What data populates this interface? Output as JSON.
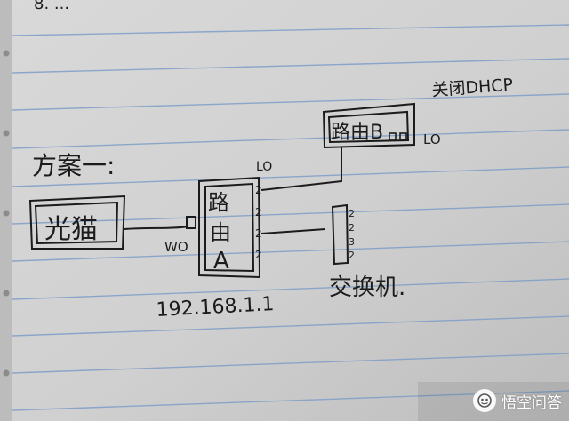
{
  "notebook": {
    "plan_label": "方案一:",
    "modem_label": "光猫",
    "router_a_label_top": "路",
    "router_a_label_mid": "由",
    "router_a_label_bottom": "A",
    "router_a_ip": "192.168.1.1",
    "router_b_label": "路由B",
    "switch_label": "交换机.",
    "dhcp_note": "关闭DHCP",
    "wan_label": "WO",
    "lan_label": "LO",
    "lan_label_2": "LO",
    "top_scrawl": "8. ..."
  },
  "watermark": {
    "text": "悟空问答",
    "icon": "wukong-logo-icon"
  },
  "colors": {
    "paper": "#d6d6d6",
    "rule_line": "#7f9ec8",
    "ink": "#1b1b1b"
  }
}
